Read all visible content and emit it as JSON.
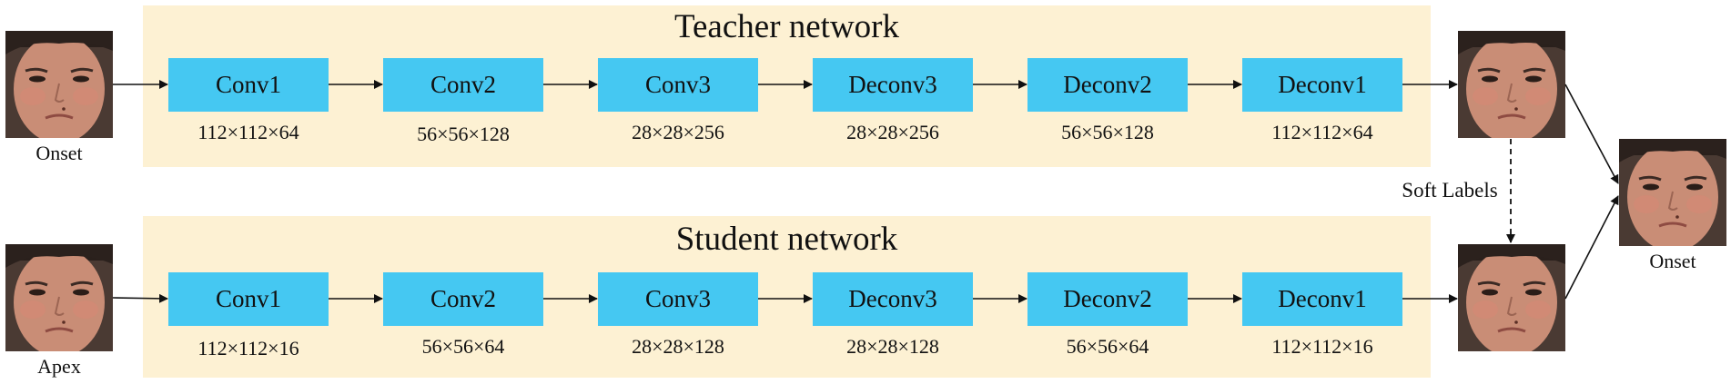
{
  "teacher": {
    "title": "Teacher network",
    "blocks": [
      "Conv1",
      "Conv2",
      "Conv3",
      "Deconv3",
      "Deconv2",
      "Deconv1"
    ],
    "dims": [
      "112×112×64",
      "56×56×128",
      "28×28×256",
      "28×28×256",
      "56×56×128",
      "112×112×64"
    ]
  },
  "student": {
    "title": "Student network",
    "blocks": [
      "Conv1",
      "Conv2",
      "Conv3",
      "Deconv3",
      "Deconv2",
      "Deconv1"
    ],
    "dims": [
      "112×112×16",
      "56×56×64",
      "28×28×128",
      "28×28×128",
      "56×56×64",
      "112×112×16"
    ]
  },
  "inputs": {
    "top_label": "Onset",
    "bottom_label": "Apex"
  },
  "output": {
    "label": "Onset"
  },
  "soft_labels": "Soft Labels",
  "colors": {
    "panel": "#fdf1d3",
    "block": "#45c8f2",
    "arrow": "#111111"
  }
}
